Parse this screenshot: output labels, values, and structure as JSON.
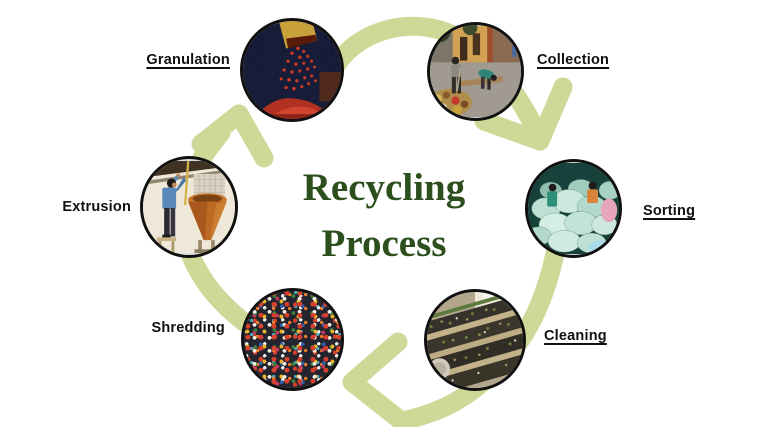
{
  "diagram": {
    "title_line1": "Recycling",
    "title_line2": "Process",
    "flow_direction": "clockwise"
  },
  "steps": [
    {
      "label": "Collection",
      "underlined": true,
      "image": "people collecting waste on a street"
    },
    {
      "label": "Sorting",
      "underlined": true,
      "image": "workers sorting pale green plastic bags"
    },
    {
      "label": "Cleaning",
      "underlined": true,
      "image": "conveyor lines washing plastic bottles"
    },
    {
      "label": "Shredding",
      "underlined": false,
      "image": "multicolored shredded plastic flakes"
    },
    {
      "label": "Extrusion",
      "underlined": false,
      "image": "worker at orange extrusion hopper"
    },
    {
      "label": "Granulation",
      "underlined": true,
      "image": "red plastic granules pouring from hopper"
    }
  ],
  "colors": {
    "background": "#ffffff",
    "arrow_green": "#cdd996",
    "title_green": "#2d4f1e",
    "label_text": "#111111",
    "circle_border": "#101010"
  }
}
